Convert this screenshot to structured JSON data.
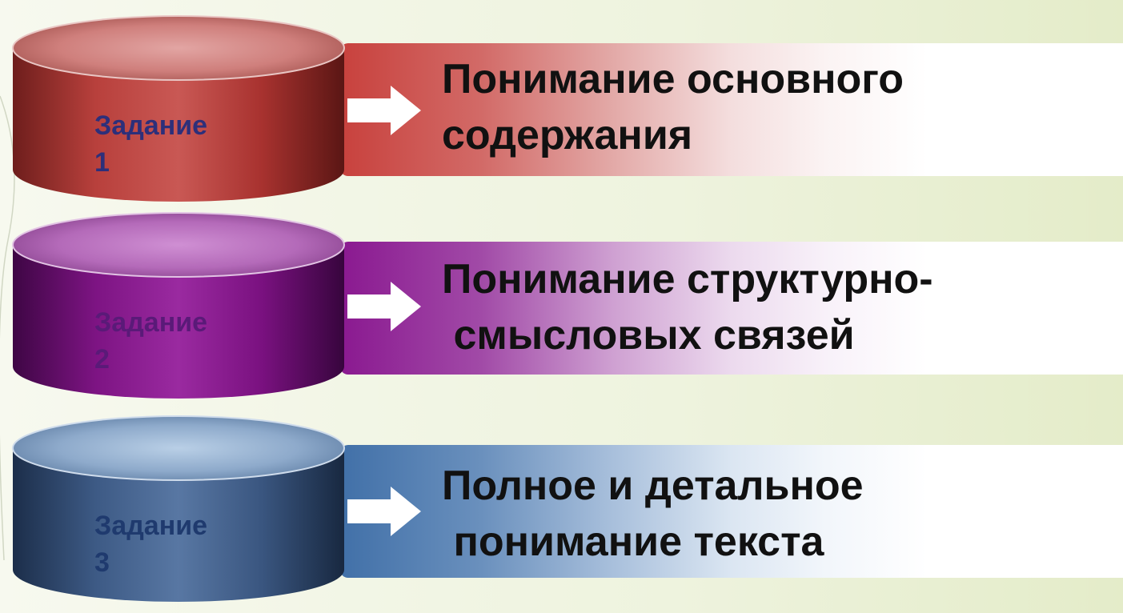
{
  "rows": [
    {
      "task_label": "Задание",
      "task_number": "1",
      "description_line1": "Понимание основного",
      "description_line2": "содержания",
      "color": "#c8413d"
    },
    {
      "task_label": "Задание",
      "task_number": "2",
      "description_line1": "Понимание структурно-",
      "description_line2": " смысловых связей",
      "color": "#8a1990"
    },
    {
      "task_label": "Задание",
      "task_number": "3",
      "description_line1": "Полное и детальное",
      "description_line2": " понимание текста",
      "color": "#4170a8"
    }
  ],
  "icons": {
    "arrow": "right-arrow-icon",
    "cylinder": "cylinder-shape"
  }
}
